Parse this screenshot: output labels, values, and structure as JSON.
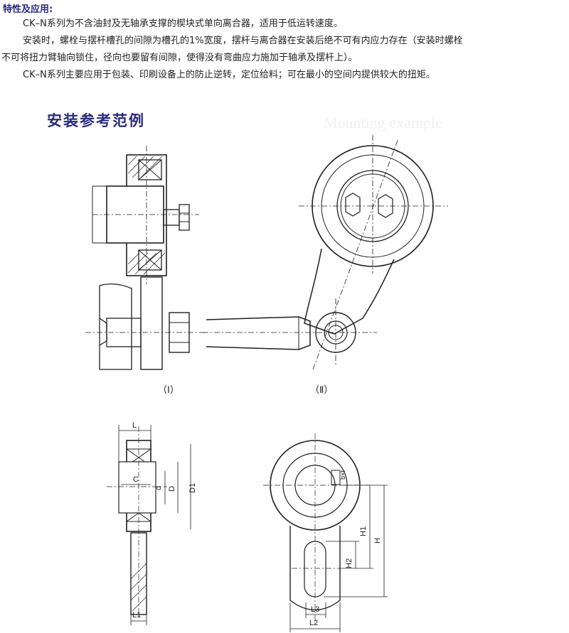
{
  "header": {
    "title": "特性及应用:"
  },
  "paragraphs": {
    "p1": "CK–N系列为不含油封及无轴承支撑的楔块式单向离合器，适用于低运转速度。",
    "p2a": "安装时，螺栓与摆杆槽孔的间隙为槽孔的1%宽度，摆杆与离合器在安装后绝不可有内应力存在（安装时螺栓",
    "p2b": "不可将扭力臂轴向锁住，径向也要留有间隙，使得没有弯曲应力施加于轴承及摆杆上）。",
    "p3": "CK–N系列主要应用于包装、印刷设备上的防止逆转，定位给料；可在最小的空间内提供较大的扭矩。"
  },
  "section": {
    "title": "安装参考范例",
    "watermark": "Mounting example"
  },
  "figures": {
    "caption_1": "（Ⅰ）",
    "caption_2": "（Ⅱ）"
  },
  "dimensions": {
    "L": "L",
    "C": "C",
    "d": "d",
    "D": "D",
    "D1": "D1",
    "L1": "L1",
    "bxt": "b×t",
    "H1": "H1",
    "H": "H",
    "H2": "H2",
    "L3": "L3",
    "L2": "L2"
  }
}
